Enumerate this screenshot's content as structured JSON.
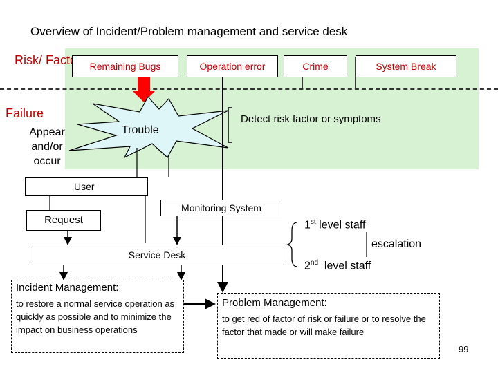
{
  "title": "Overview of Incident/Problem management and service desk",
  "labels": {
    "risk_factor": "Risk/ Factor",
    "failure": "Failure",
    "appear_occur": "Appear and/or occur"
  },
  "risk_factors": [
    "Remaining Bugs",
    "Operation error",
    "Crime",
    "System Break"
  ],
  "trouble": "Trouble",
  "detect": "Detect risk factor or symptoms",
  "user": "User",
  "request": "Request",
  "monitoring": "Monitoring System",
  "service_desk": "Service Desk",
  "staff": {
    "level1_num": "1",
    "level1_sup": "st",
    "level1_text": " level staff",
    "escalation": "escalation",
    "level2_num": "2",
    "level2_sup": "nd",
    "level2_text": "  level staff"
  },
  "incident": {
    "title": "Incident Management:",
    "body": "to restore a normal service operation as quickly as possible and to minimize the impact on business operations"
  },
  "problem": {
    "title": "Problem Management:",
    "body": "to get red of factor of risk or failure or to resolve the factor that made or will make failure"
  },
  "page_number": "99",
  "colors": {
    "zone": "#d7f2d3",
    "risk_text": "#c00000",
    "arrow_red": "#ff0000",
    "starburst": "#dff6f8"
  }
}
